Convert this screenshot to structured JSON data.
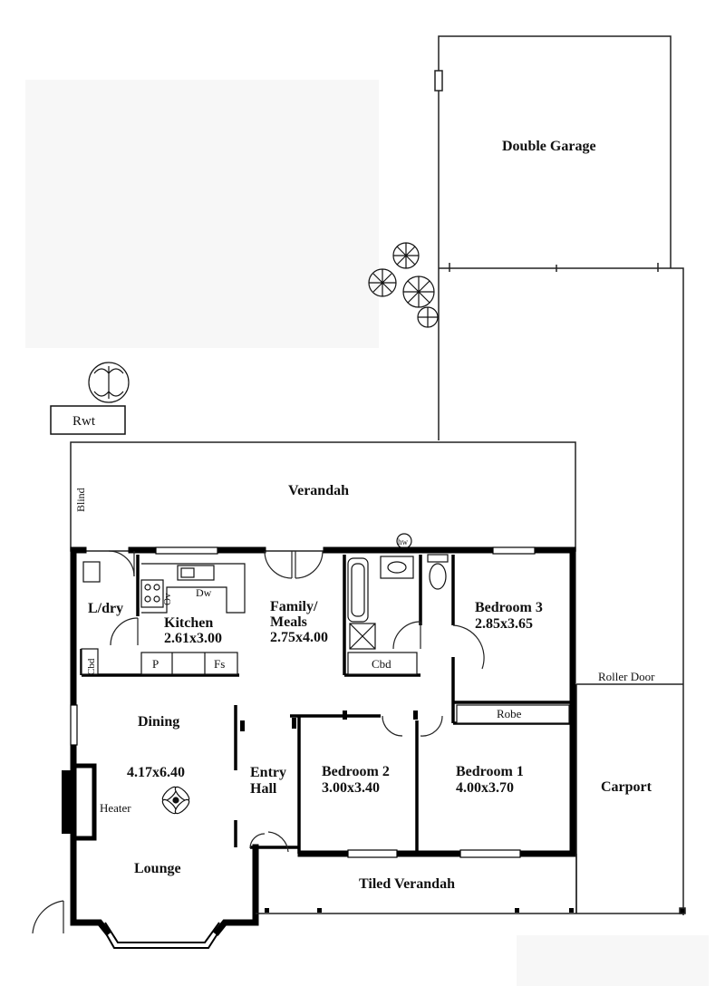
{
  "labels": {
    "double_garage": "Double Garage",
    "rwt": "Rwt",
    "verandah": "Verandah",
    "blind": "Blind",
    "hw": "hw",
    "laundry": "L/dry",
    "kitchen": "Kitchen",
    "kitchen_dim": "2.61x3.00",
    "dw": "Dw",
    "ov": "Ov",
    "family_1": "Family/",
    "family_2": "Meals",
    "family_dim": "2.75x4.00",
    "bedroom3": "Bedroom 3",
    "bedroom3_dim": "2.85x3.65",
    "cbd_left": "Cbd",
    "pantry": "P",
    "fs": "Fs",
    "cbd_bath": "Cbd",
    "robe": "Robe",
    "roller_door": "Roller Door",
    "dining": "Dining",
    "dining_dim": "4.17x6.40",
    "heater": "Heater",
    "lounge": "Lounge",
    "entry_1": "Entry",
    "entry_2": "Hall",
    "bedroom2": "Bedroom 2",
    "bedroom2_dim": "3.00x3.40",
    "bedroom1": "Bedroom 1",
    "bedroom1_dim": "4.00x3.70",
    "carport": "Carport",
    "tiled_verandah": "Tiled Verandah"
  },
  "colors": {
    "wall": "#000000",
    "line": "#222222",
    "shade": "#f7f7f7",
    "background": "#ffffff"
  }
}
